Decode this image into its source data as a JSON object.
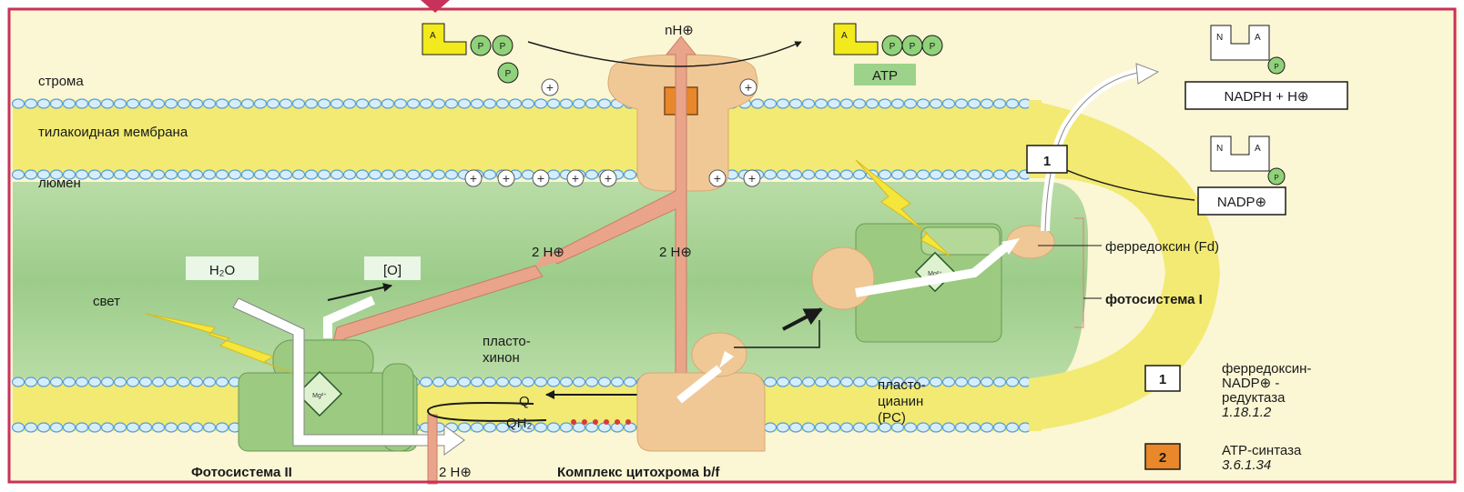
{
  "regions": {
    "stroma": "строма",
    "membrane": "тилакоидная мембрана",
    "lumen": "люмен"
  },
  "molecules": {
    "water": "H₂O",
    "oxygen": "[O]",
    "light": "свет",
    "plastoquinone_1": "пласто-",
    "plastoquinone_2": "хинон",
    "q": "Q",
    "qh2": "QH₂",
    "plastocyanin_1": "пласто-",
    "plastocyanin_2": "цианин",
    "plastocyanin_3": "(PC)",
    "protons_n": "nH⊕",
    "protons_2a": "2 H⊕",
    "protons_2b": "2 H⊕",
    "protons_2c": "2 H⊕",
    "atp": "ATP",
    "nadph": "NADPH + H⊕",
    "nadp": "NADP⊕",
    "ferredoxin": "ферредоксин (Fd)",
    "plus": "+",
    "p": "P",
    "a": "A",
    "n": "N",
    "mg": "Mg²⁺"
  },
  "complexes": {
    "ps2": "Фотосистема II",
    "cytb6f": "Комплекс цитохрома b/f",
    "ps1": "фотосистема I",
    "num_1": "1",
    "num_2": "2"
  },
  "legend": {
    "item1_num": "1",
    "item1_l1": "ферредоксин-",
    "item1_l2": "NADP⊕ -",
    "item1_l3": "редуктаза",
    "item1_ec": "1.18.1.2",
    "item2_num": "2",
    "item2_l1": "ATP-синтаза",
    "item2_ec": "3.6.1.34"
  },
  "colors": {
    "frame": "#c8325a",
    "stroma_bg": "#fbf6d4",
    "lumen": "#a8d498",
    "membrane_band": "#f2ea72",
    "lipid_head": "#d6eefb",
    "lipid_stroke": "#5a9fd6",
    "protein_green": "#9cca80",
    "protein_tan": "#f0c896",
    "arrow_salmon": "#e9a48a",
    "atp_box": "#e8882a",
    "nucleotide_yellow": "#f2ea1c",
    "phosphate_green": "#8fd27a"
  }
}
